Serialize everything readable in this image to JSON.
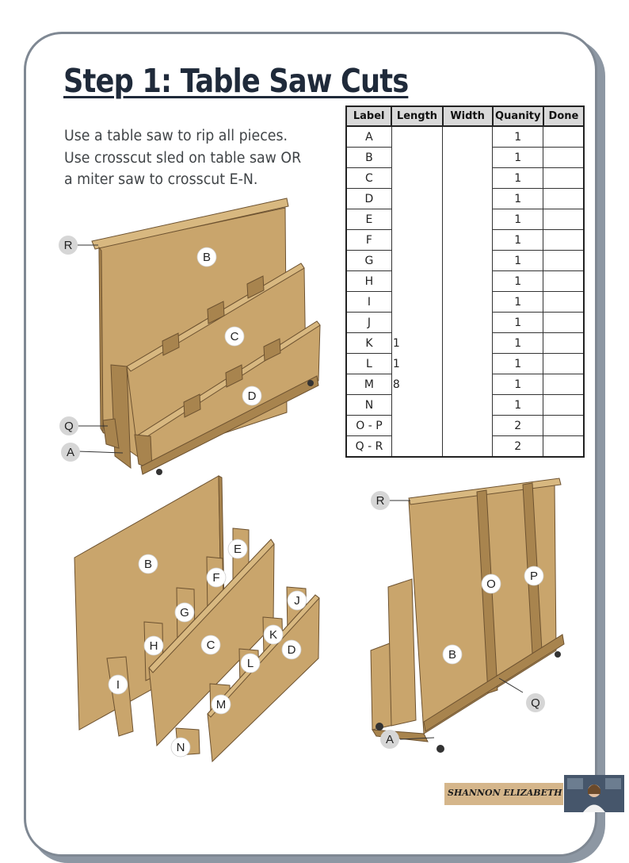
{
  "title": "Step 1: Table Saw Cuts",
  "instructions": [
    "Use a table saw to rip all pieces.",
    "Use crosscut sled on table saw OR",
    "a miter saw to crosscut E-N."
  ],
  "cut_table": {
    "headers": [
      "Label",
      "Length",
      "Width",
      "Quanity",
      "Done"
    ],
    "rows": [
      {
        "label": "A",
        "length": "",
        "quantity": "1"
      },
      {
        "label": "B",
        "length": "",
        "quantity": "1"
      },
      {
        "label": "C",
        "length": "",
        "quantity": "1"
      },
      {
        "label": "D",
        "length": "",
        "quantity": "1"
      },
      {
        "label": "E",
        "length": "",
        "quantity": "1"
      },
      {
        "label": "F",
        "length": "",
        "quantity": "1"
      },
      {
        "label": "G",
        "length": "",
        "quantity": "1"
      },
      {
        "label": "H",
        "length": "",
        "quantity": "1"
      },
      {
        "label": "I",
        "length": "",
        "quantity": "1"
      },
      {
        "label": "J",
        "length": "",
        "quantity": "1"
      },
      {
        "label": "K",
        "length": "1",
        "quantity": "1"
      },
      {
        "label": "L",
        "length": "1",
        "quantity": "1"
      },
      {
        "label": "M",
        "length": "8",
        "quantity": "1"
      },
      {
        "label": "N",
        "length": "",
        "quantity": "1"
      },
      {
        "label": "O - P",
        "length": "",
        "quantity": "2"
      },
      {
        "label": "Q - R",
        "length": "",
        "quantity": "2"
      }
    ]
  },
  "callouts": {
    "assembled_front": [
      "R",
      "B",
      "C",
      "D",
      "Q",
      "A"
    ],
    "exploded": [
      "B",
      "E",
      "F",
      "G",
      "H",
      "I",
      "C",
      "J",
      "K",
      "L",
      "D",
      "M",
      "N"
    ],
    "assembled_back": [
      "R",
      "O",
      "P",
      "B",
      "Q",
      "A"
    ]
  },
  "brand": "SHANNON ELIZABETH",
  "colors": {
    "wood": "#c9a56c",
    "wood_dark": "#a8844e",
    "wood_edge": "#8a6a3a",
    "title": "#1f2a3a",
    "frame": "#7f8893"
  }
}
